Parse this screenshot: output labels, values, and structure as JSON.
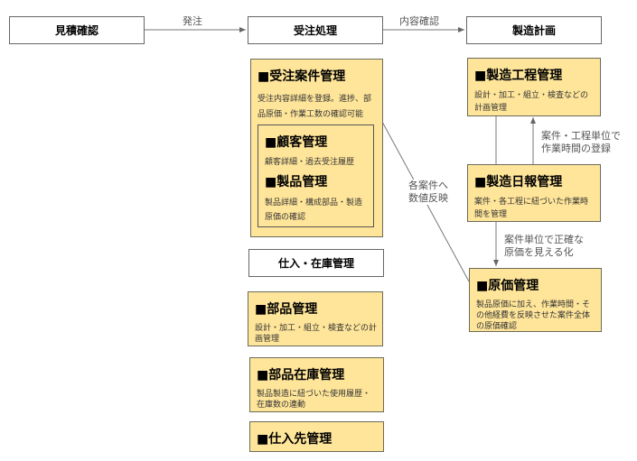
{
  "headers": {
    "estimate": "見積確認",
    "order": "受注処理",
    "plan": "製造計画",
    "purchase": "仕入・在庫管理"
  },
  "arrows": {
    "order": "発注",
    "confirm": "内容確認",
    "reflect": "各案件へ\n数値反映",
    "register": "案件・工程単位で\n作業時間の登録",
    "visualize": "案件単位で正確な\n原価を見える化"
  },
  "cards": {
    "order_mgmt": {
      "title": "■受注案件管理",
      "desc": "受注内容詳細を登録。進捗、部品原価・作業工数の確認可能"
    },
    "customer": {
      "title": "■顧客管理",
      "desc": "顧客詳細・過去受注履歴"
    },
    "product": {
      "title": "■製品管理",
      "desc": "製品詳細・構成部品・製造原価の確認"
    },
    "process": {
      "title": "■製造工程管理",
      "desc": "設計・加工・組立・検査などの計画管理"
    },
    "daily": {
      "title": "■製造日報管理",
      "desc": "案件・各工程に紐づいた作業時間を管理"
    },
    "cost": {
      "title": "■原価管理",
      "desc": "製品原価に加え、作業時間・その他経費を反映させた案件全体の原価確認"
    },
    "parts": {
      "title": "■部品管理",
      "desc": "設計・加工・組立・検査などの計画管理"
    },
    "stock": {
      "title": "■部品在庫管理",
      "desc": "製品製造に紐づいた使用履歴・在庫数の連動"
    },
    "supplier": {
      "title": "■仕入先管理"
    }
  }
}
